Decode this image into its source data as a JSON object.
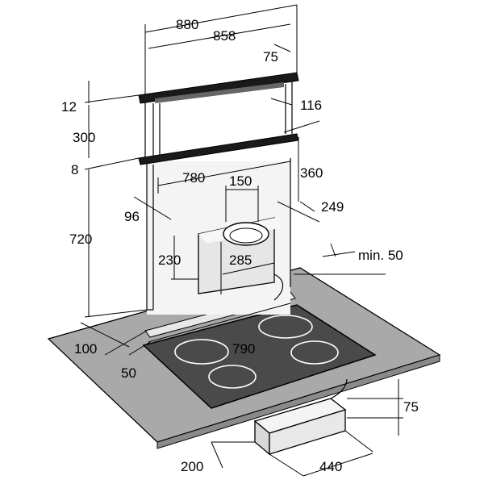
{
  "dimensions": {
    "d880": "880",
    "d858": "858",
    "d75_top": "75",
    "d12": "12",
    "d116": "116",
    "d300": "300",
    "d8": "8",
    "d780": "780",
    "d360": "360",
    "d150": "150",
    "d96": "96",
    "d249": "249",
    "d720": "720",
    "d230": "230",
    "d285": "285",
    "d_min50": "min. 50",
    "d100": "100",
    "d790": "790",
    "d50": "50",
    "d75_bottom": "75",
    "d200": "200",
    "d440": "440"
  },
  "colors": {
    "countertop": "#a9a9a9",
    "hob": "#4a4a4a",
    "unit_body": "#f4f4f4",
    "motor_box": "#e2e2e2",
    "lines": "#000000"
  }
}
